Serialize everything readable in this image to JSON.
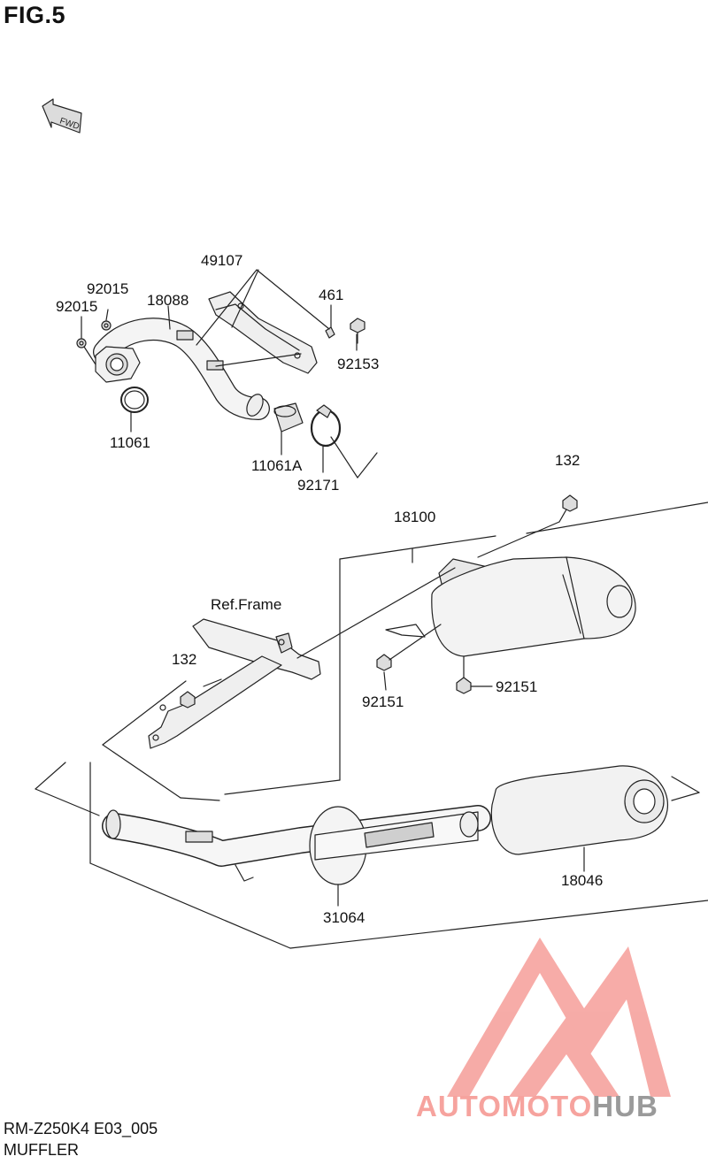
{
  "figure": {
    "title": "FIG.5",
    "model_code": "RM-Z250K4 E03_005",
    "section_name": "MUFFLER",
    "fwd_marker": "FWD"
  },
  "parts": {
    "p49107": "49107",
    "p92015_a": "92015",
    "p92015_b": "92015",
    "p18088": "18088",
    "p461": "461",
    "p92153": "92153",
    "p11061": "11061",
    "p11061A": "11061A",
    "p92171": "92171",
    "p132_top": "132",
    "p18100": "18100",
    "ref_frame": "Ref.Frame",
    "p132_frame": "132",
    "p92151_left": "92151",
    "p92151_right": "92151",
    "p18046": "18046",
    "p31064": "31064"
  },
  "watermark": {
    "part1": "AUTOMOTO",
    "part2": "HUB",
    "color_primary": "#f6a39e",
    "color_secondary": "#9a9a9a"
  },
  "colors": {
    "line": "#222222",
    "fill_light": "#ececec",
    "fill_mid": "#d9d9d9"
  }
}
